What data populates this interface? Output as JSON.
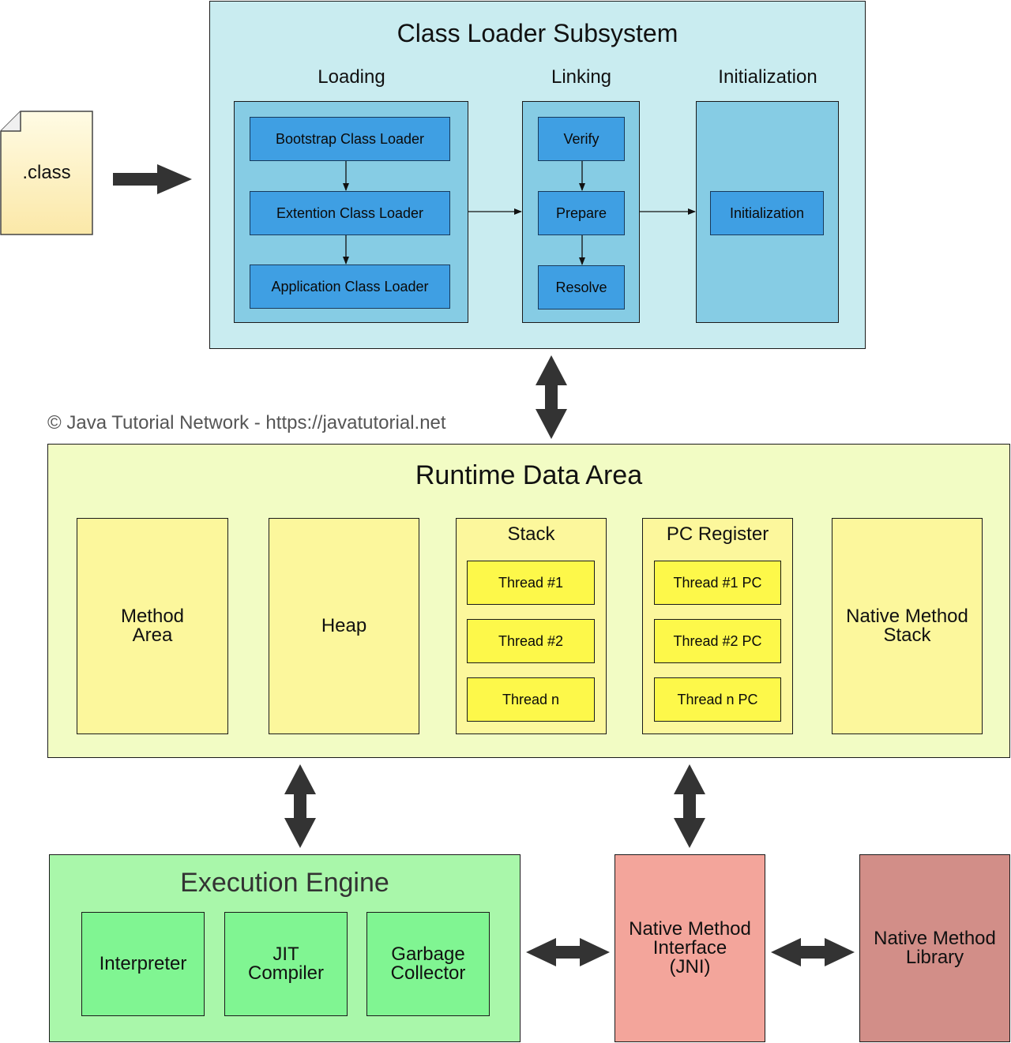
{
  "class_file": {
    "label": ".class"
  },
  "class_loader": {
    "title": "Class Loader Subsystem",
    "phases": {
      "loading": "Loading",
      "linking": "Linking",
      "initialization": "Initialization"
    },
    "loading_items": [
      "Bootstrap Class Loader",
      "Extention Class Loader",
      "Application Class Loader"
    ],
    "linking_items": [
      "Verify",
      "Prepare",
      "Resolve"
    ],
    "init_item": "Initialization"
  },
  "copyright": "© Java Tutorial Network - https://javatutorial.net",
  "runtime": {
    "title": "Runtime Data Area",
    "method_area": "Method\nArea",
    "heap": "Heap",
    "stack": {
      "title": "Stack",
      "threads": [
        "Thread #1",
        "Thread #2",
        "Thread n"
      ]
    },
    "pc_register": {
      "title": "PC Register",
      "threads": [
        "Thread #1 PC",
        "Thread #2 PC",
        "Thread n PC"
      ]
    },
    "native_stack": "Native Method\nStack"
  },
  "execution": {
    "title": "Execution Engine",
    "items": [
      "Interpreter",
      "JIT\nCompiler",
      "Garbage\nCollector"
    ]
  },
  "jni": "Native Method\nInterface\n(JNI)",
  "native_library": "Native Method\nLibrary",
  "colors": {
    "class_loader_bg": "#c9ecf0",
    "loader_panel": "#86cce4",
    "loader_item": "#3f9fe3",
    "runtime_bg": "#f2fcc4",
    "runtime_column": "#fcf79c",
    "thread_box": "#fdf84a",
    "execution_bg": "#a9f7aa",
    "execution_item": "#80f592",
    "jni_bg": "#f3a59b",
    "native_library_bg": "#d28e88",
    "arrow": "#333333"
  }
}
